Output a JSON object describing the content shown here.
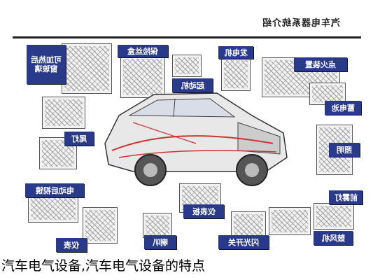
{
  "header": {
    "title": "汽车电器系统介绍"
  },
  "labels": {
    "rear_window_heater": "可加热后窗玻璃",
    "fuse_box": "保险丝盒",
    "alternator": "发电机",
    "ignition": "点火装置",
    "starter": "起动机",
    "battery": "蓄电池",
    "tail_light": "尾灯",
    "lighting": "照明",
    "electric_mirror": "电动后视镜",
    "fog_light": "前雾灯",
    "instrument_panel": "仪表板",
    "instruments": "仪表",
    "horn": "喇叭",
    "headlight_switch": "闪光开关",
    "blower": "鼓风机"
  },
  "caption": "汽车电气设备,汽车电气设备的特点"
}
